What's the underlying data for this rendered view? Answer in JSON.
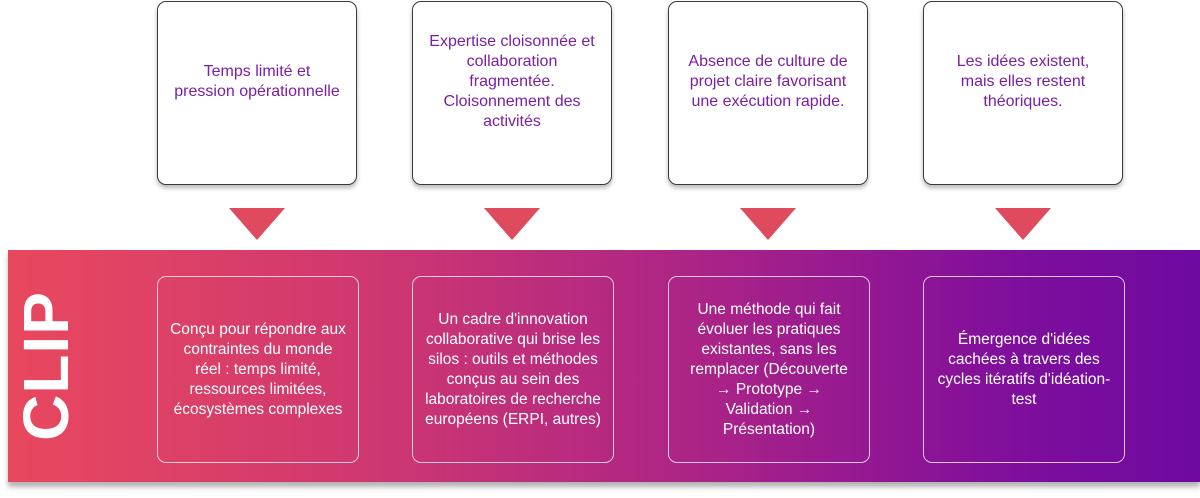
{
  "problems": [
    "Temps limité et pression opérationnelle",
    "Expertise cloisonnée et collaboration fragmentée. Cloisonnement des activités",
    "Absence de culture de projet claire favorisant une exécution rapide.",
    "Les idées existent, mais elles restent théoriques."
  ],
  "band": {
    "label": "CLIP",
    "solutions": [
      "Conçu pour répondre aux contraintes du monde réel : temps limité, ressources limitées, écosystèmes complexes",
      "Un cadre d'innovation collaborative qui brise les silos : outils et méthodes conçus au sein des laboratoires de recherche européens (ERPI, autres)",
      "Une méthode qui fait évoluer les pratiques existantes, sans les remplacer (Découverte → Prototype → Validation → Présentation)",
      "Émergence d'idées cachées à travers des cycles itératifs d'idéation-test"
    ]
  },
  "colors": {
    "problem_text": "#7b1fa2",
    "arrow": "#e04a5e",
    "band_start": "#e8485e",
    "band_end": "#6e0aa0"
  }
}
